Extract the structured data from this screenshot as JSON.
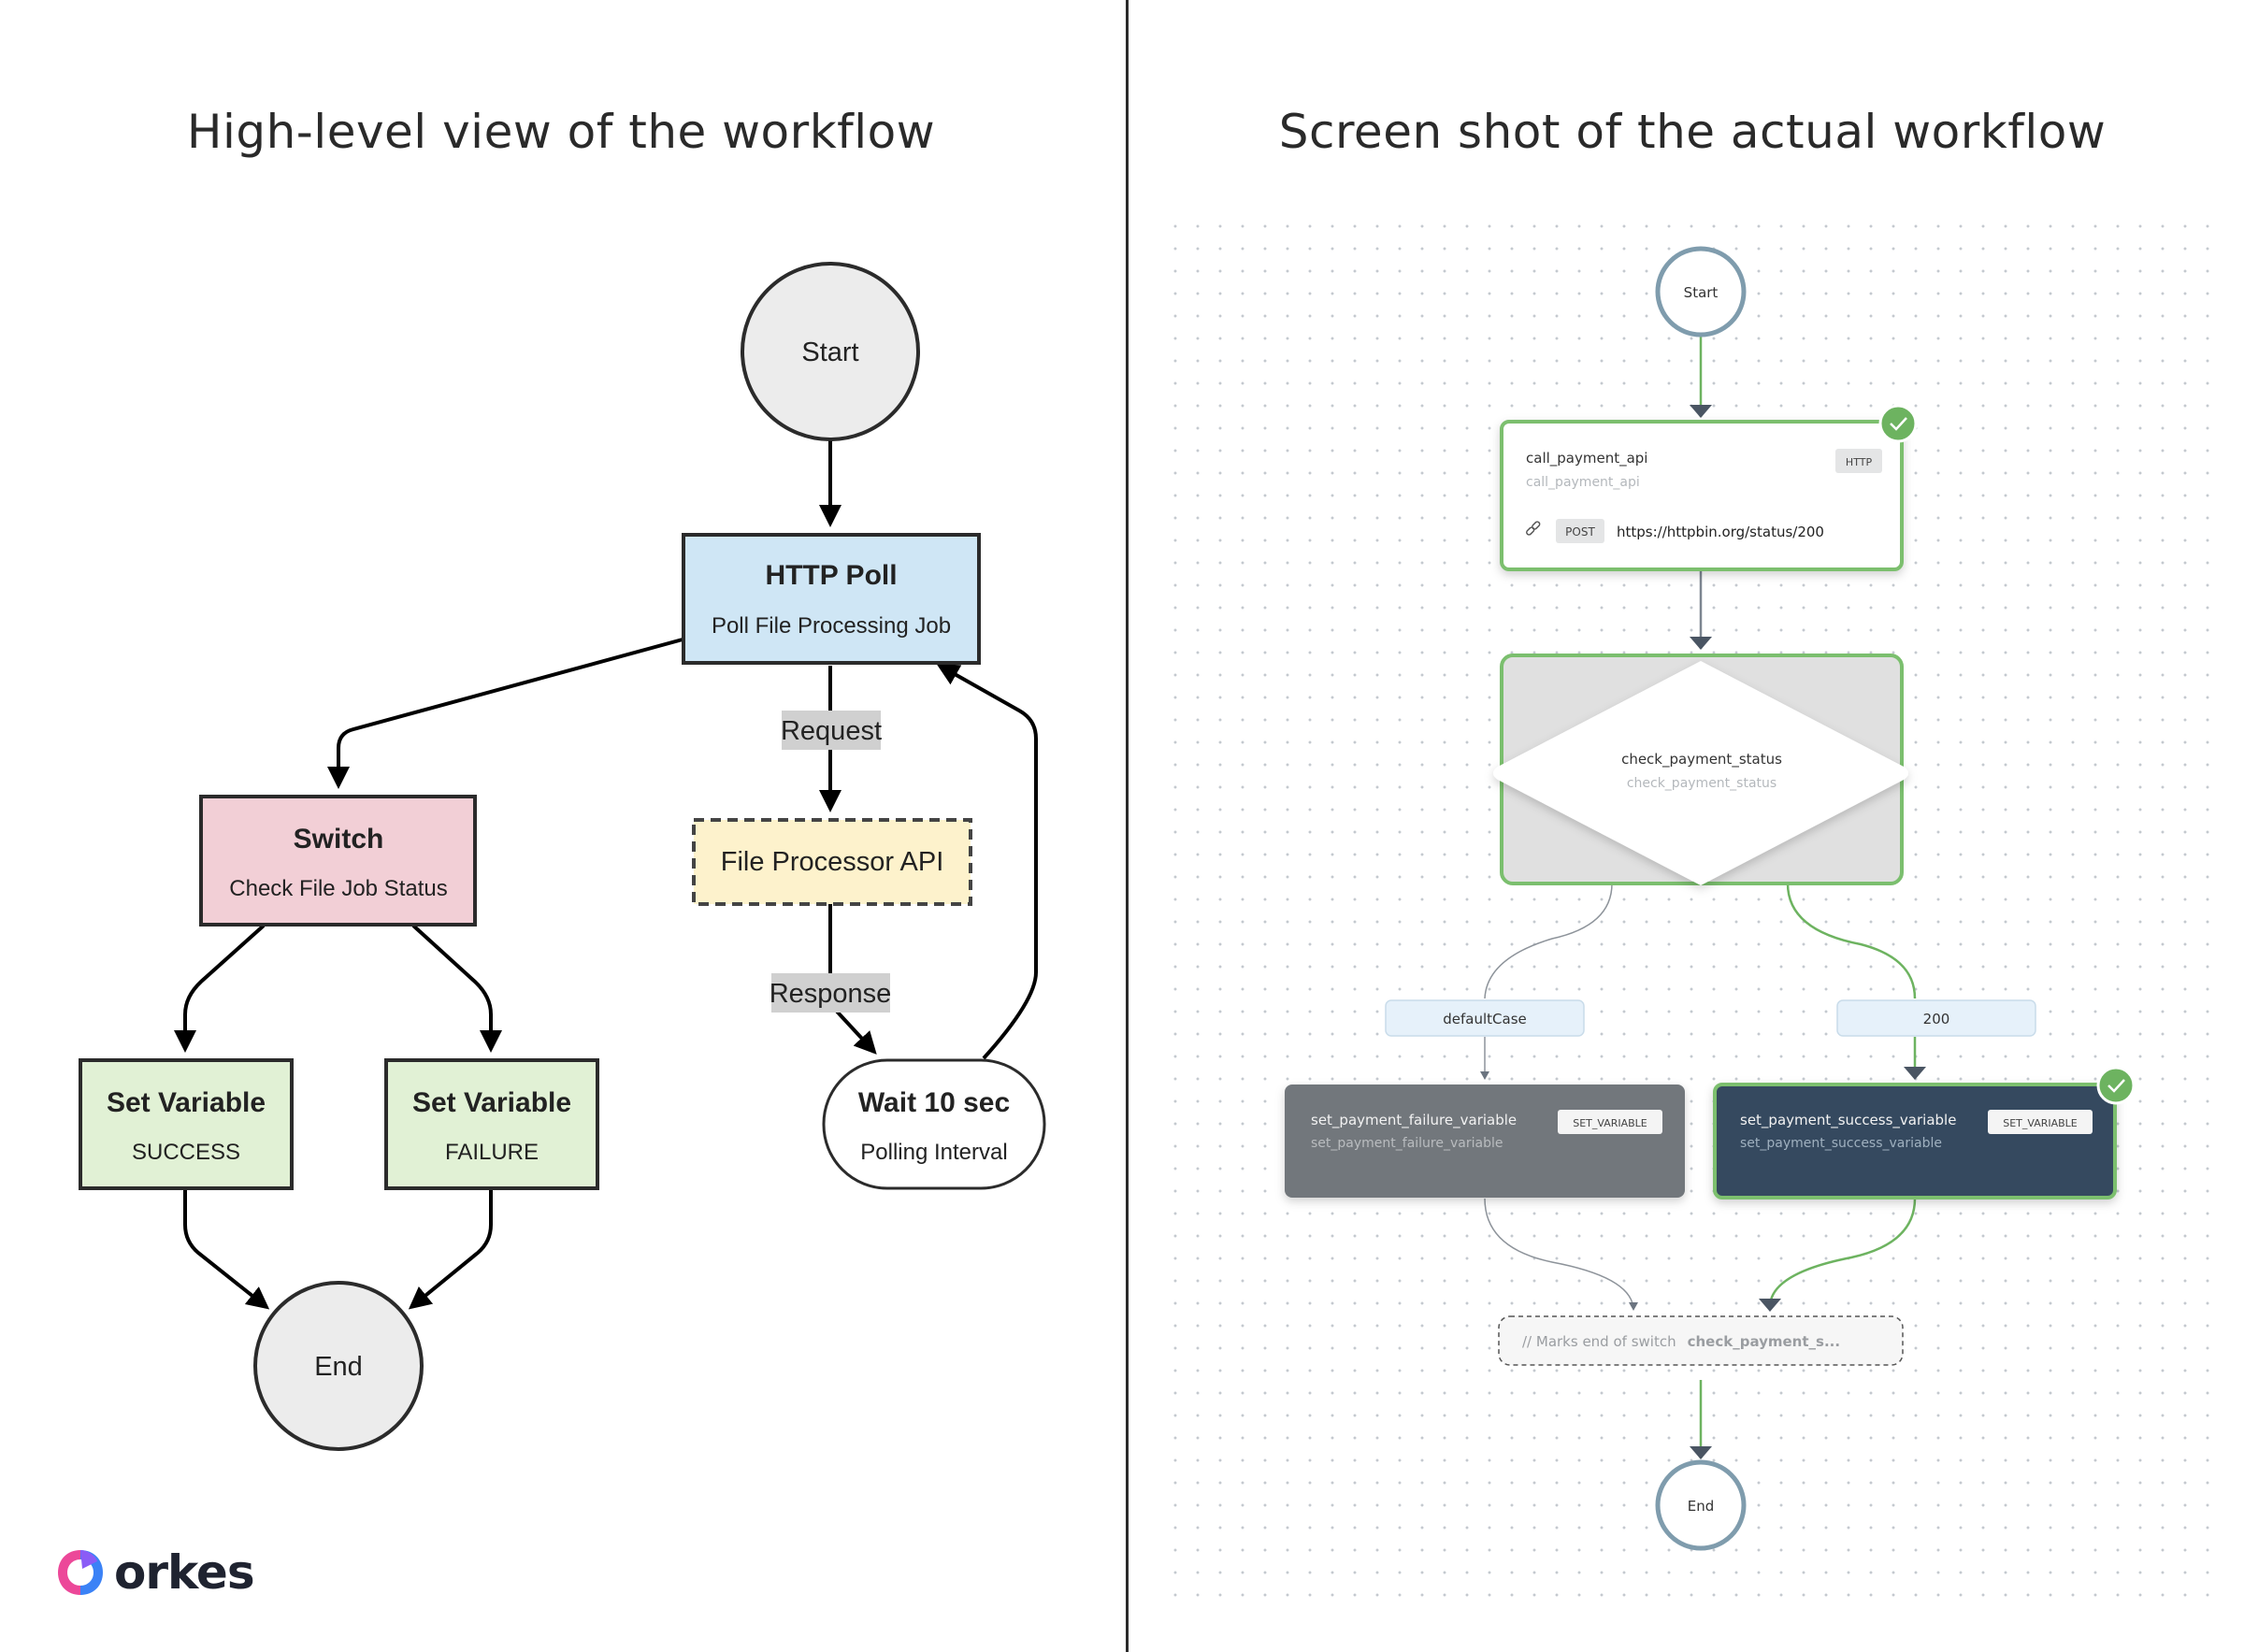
{
  "titles": {
    "left": "High-level view of the workflow",
    "right": "Screen shot of the actual workflow"
  },
  "logo": {
    "text": "orkes"
  },
  "left_diagram": {
    "start": "Start",
    "end": "End",
    "http_poll": {
      "title": "HTTP Poll",
      "subtitle": "Poll File Processing Job"
    },
    "switch": {
      "title": "Switch",
      "subtitle": "Check File Job Status"
    },
    "file_api": {
      "title": "File Processor API"
    },
    "set_success": {
      "title": "Set Variable",
      "subtitle": "SUCCESS"
    },
    "set_failure": {
      "title": "Set Variable",
      "subtitle": "FAILURE"
    },
    "wait": {
      "title": "Wait 10 sec",
      "subtitle": "Polling Interval"
    },
    "edge_labels": {
      "request": "Request",
      "response": "Response"
    }
  },
  "right_workflow": {
    "start": "Start",
    "end": "End",
    "http_task": {
      "name": "call_payment_api",
      "ref": "call_payment_api",
      "type_badge": "HTTP",
      "method": "POST",
      "url": "https://httpbin.org/status/200"
    },
    "switch_task": {
      "name": "check_payment_status",
      "ref": "check_payment_status"
    },
    "cases": {
      "default": "defaultCase",
      "ok": "200"
    },
    "failure_task": {
      "name": "set_payment_failure_variable",
      "ref": "set_payment_failure_variable",
      "type_badge": "SET_VARIABLE"
    },
    "success_task": {
      "name": "set_payment_success_variable",
      "ref": "set_payment_success_variable",
      "type_badge": "SET_VARIABLE"
    },
    "switch_end": {
      "comment": "// Marks end of switch",
      "ref": "check_payment_s..."
    }
  },
  "colors": {
    "http_fill": "#cfe6f5",
    "switch_fill": "#f2cfd6",
    "api_fill": "#fdf2cc",
    "setvar_fill": "#e1f1d5",
    "circle_fill": "#ececec",
    "success_green": "#6db360",
    "task_border": "#7bbf6e",
    "failure_task_fill": "#72777b",
    "success_task_fill": "#34495e",
    "case_fill": "#e6f1fa"
  }
}
